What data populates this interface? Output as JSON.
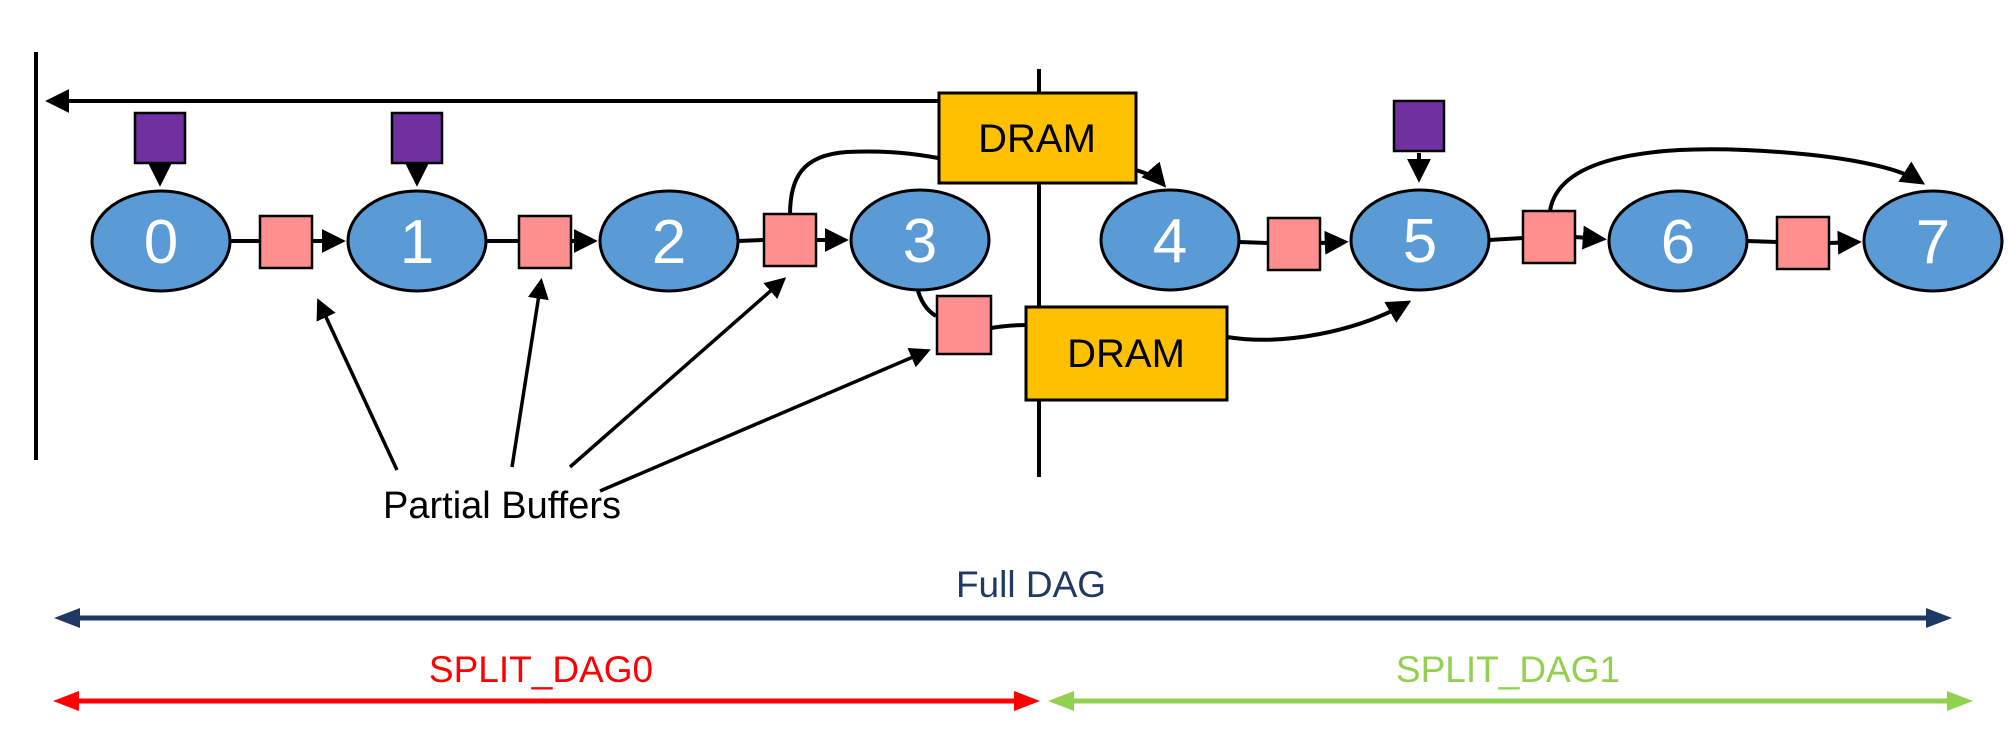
{
  "diagram": {
    "nodes": [
      {
        "id": 0,
        "label": "0"
      },
      {
        "id": 1,
        "label": "1"
      },
      {
        "id": 2,
        "label": "2"
      },
      {
        "id": 3,
        "label": "3"
      },
      {
        "id": 4,
        "label": "4"
      },
      {
        "id": 5,
        "label": "5"
      },
      {
        "id": 6,
        "label": "6"
      },
      {
        "id": 7,
        "label": "7"
      }
    ],
    "dram_boxes": [
      {
        "label": "DRAM"
      },
      {
        "label": "DRAM"
      }
    ],
    "labels": {
      "partial_buffers": "Partial Buffers",
      "full_dag": "Full DAG",
      "split_dag0": "SPLIT_DAG0",
      "split_dag1": "SPLIT_DAG1"
    },
    "colors": {
      "node_fill": "#5B9BD5",
      "partial_buffer_fill": "#FF8F8E",
      "input_square_fill": "#7030A0",
      "dram_fill": "#FFC000",
      "full_dag_arrow": "#1F3864",
      "split_dag0_arrow": "#FF0000",
      "split_dag1_arrow": "#92D050",
      "line_stroke": "#000000"
    }
  }
}
